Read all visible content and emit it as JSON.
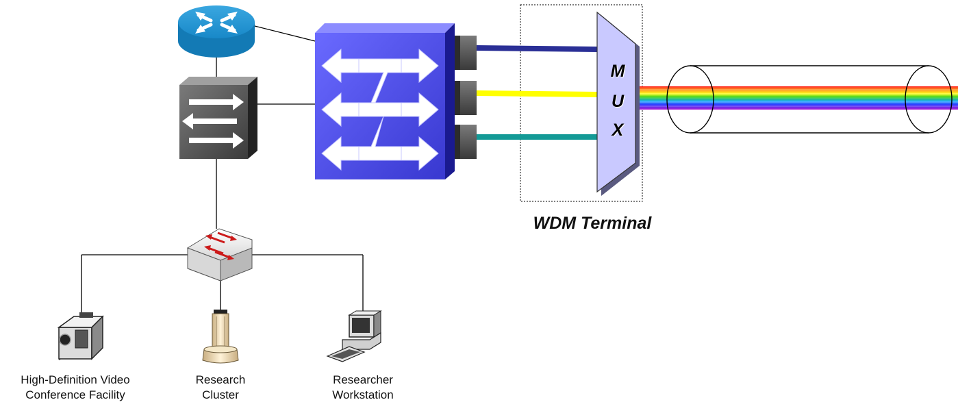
{
  "wdm": {
    "label": "WDM Terminal",
    "mux_letters": [
      "M",
      "U",
      "X"
    ]
  },
  "devices": {
    "video": {
      "line1": "High-Definition Video",
      "line2": "Conference Facility"
    },
    "cluster": {
      "line1": "Research",
      "line2": "Cluster"
    },
    "workstation": {
      "line1": "Researcher",
      "line2": "Workstation"
    }
  },
  "icons": [
    "router-icon",
    "layer3-switch-icon",
    "optical-crossconnect-icon",
    "workgroup-switch-icon",
    "camcorder-icon",
    "cluster-icon",
    "workstation-icon",
    "mux-icon",
    "fiber-cable-icon"
  ],
  "colors": {
    "lambda_1": "#2a2f96",
    "lambda_2": "#ffff00",
    "lambda_3": "#139a96",
    "switch_blue": "#4a4ae8",
    "router_blue": "#1a8fcf"
  }
}
